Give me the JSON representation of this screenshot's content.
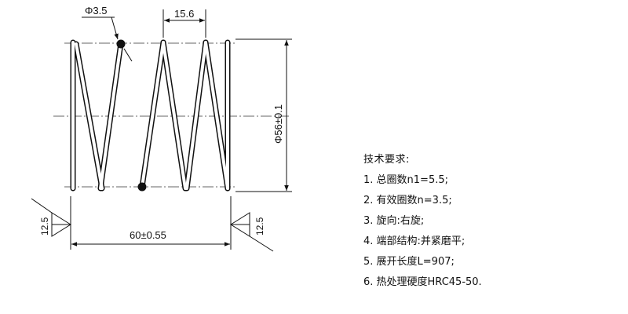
{
  "drawing": {
    "wire_dia_label": "Φ3.5",
    "pitch_label": "15.6",
    "outer_dia_label": "Φ56±0.1",
    "length_label": "60±0.55",
    "left_end_angle_label": "12.5",
    "right_end_angle_label": "12.5"
  },
  "tech_requirements": {
    "title": "技术要求:",
    "items": [
      "1. 总圈数n1=5.5;",
      "2. 有效圈数n=3.5;",
      "3. 旋向:右旋;",
      "4. 端部结构:并紧磨平;",
      "5. 展开长度L=907;",
      "6. 热处理硬度HRC45-50."
    ]
  }
}
